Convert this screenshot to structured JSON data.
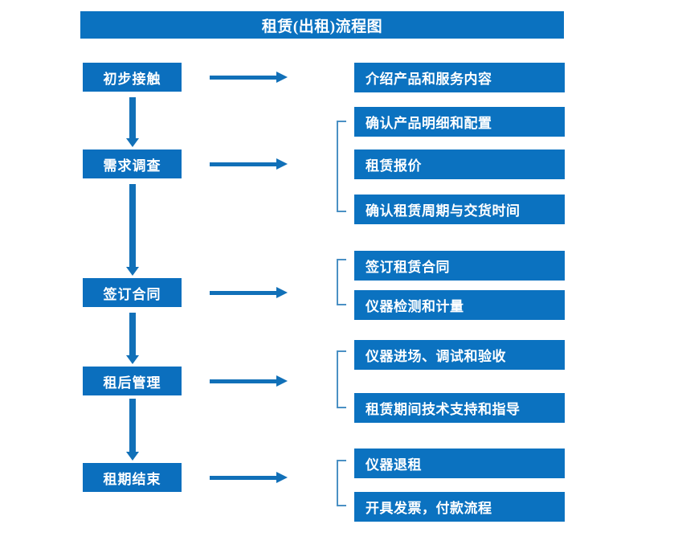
{
  "diagram": {
    "title": "租赁(出租)流程图",
    "colors": {
      "banner": "#0b72c0",
      "stage_box": "#0b6fbe",
      "task_box": "#0b72c0",
      "arrow": "#1170b8",
      "bracket": "#4a90c4",
      "text": "#ffffff",
      "background": "#ffffff"
    },
    "stages": [
      {
        "label": "初步接触"
      },
      {
        "label": "需求调查"
      },
      {
        "label": "签订合同"
      },
      {
        "label": "租后管理"
      },
      {
        "label": "租期结束"
      }
    ],
    "task_groups": [
      {
        "stage": "初步接触",
        "bracketed": false,
        "tasks": [
          {
            "label": "介绍产品和服务内容"
          }
        ]
      },
      {
        "stage": "需求调查",
        "bracketed": true,
        "tasks": [
          {
            "label": "确认产品明细和配置"
          },
          {
            "label": "租赁报价"
          },
          {
            "label": "确认租赁周期与交货时间"
          }
        ]
      },
      {
        "stage": "签订合同",
        "bracketed": true,
        "tasks": [
          {
            "label": "签订租赁合同"
          },
          {
            "label": "仪器检测和计量"
          }
        ]
      },
      {
        "stage": "租后管理",
        "bracketed": true,
        "tasks": [
          {
            "label": "仪器进场、调试和验收"
          },
          {
            "label": "租赁期间技术支持和指导"
          }
        ]
      },
      {
        "stage": "租期结束",
        "bracketed": true,
        "tasks": [
          {
            "label": "仪器退租"
          },
          {
            "label": "开具发票，付款流程"
          }
        ]
      }
    ]
  }
}
